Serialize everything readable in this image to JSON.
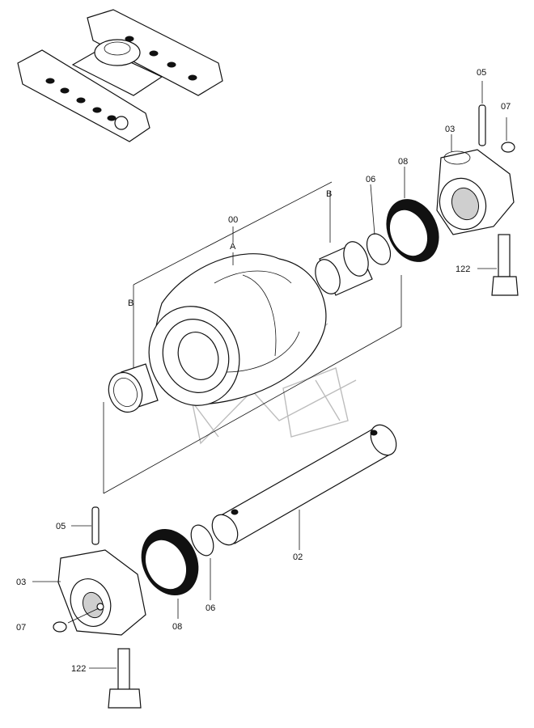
{
  "labels": {
    "l00": "00",
    "lA": "A",
    "lB_top": "B",
    "lB_left": "B",
    "l06_top": "06",
    "l08_top": "08",
    "l05_top": "05",
    "l07_top": "07",
    "l03_top": "03",
    "l122_top": "122",
    "l02": "02",
    "l05_bot": "05",
    "l03_bot": "03",
    "l07_bot": "07",
    "l08_bot": "08",
    "l06_bot": "06",
    "l122_bot": "122"
  }
}
